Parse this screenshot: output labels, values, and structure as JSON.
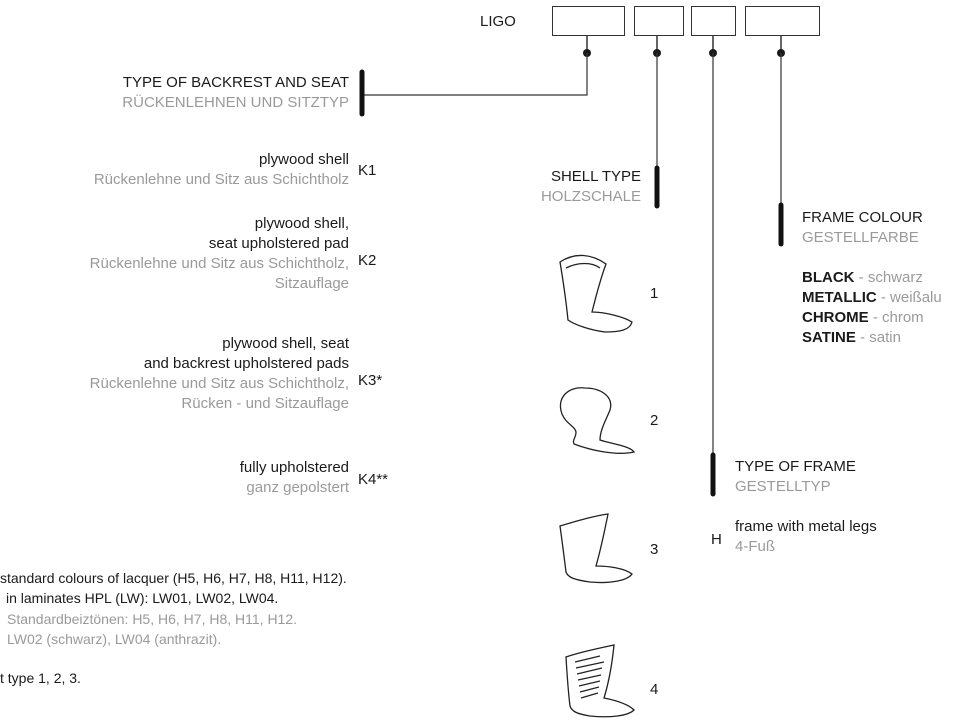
{
  "header": {
    "ligo": "LIGO"
  },
  "backrest": {
    "title": "TYPE OF BACKREST AND SEAT",
    "subtitle": "RÜCKENLEHNEN UND SITZTYP",
    "options": [
      {
        "code": "K1",
        "en": [
          "plywood shell"
        ],
        "de": [
          "Rückenlehne und Sitz aus Schichtholz"
        ]
      },
      {
        "code": "K2",
        "en": [
          "plywood shell,",
          "seat upholstered pad"
        ],
        "de": [
          "Rückenlehne und Sitz aus Schichtholz,",
          "Sitzauflage"
        ]
      },
      {
        "code": "K3*",
        "en": [
          "plywood shell, seat",
          "and backrest upholstered pads"
        ],
        "de": [
          "Rückenlehne und Sitz aus Schichtholz,",
          "Rücken - und Sitzauflage"
        ]
      },
      {
        "code": "K4**",
        "en": [
          "fully upholstered"
        ],
        "de": [
          "ganz gepolstert"
        ]
      }
    ]
  },
  "shell": {
    "title": "SHELL TYPE",
    "subtitle": "HOLZSCHALE",
    "numbers": [
      "1",
      "2",
      "3",
      "4"
    ]
  },
  "frame_colour": {
    "title": "FRAME COLOUR",
    "subtitle": "GESTELLFARBE",
    "options": [
      {
        "name": "BLACK",
        "de": " - schwarz"
      },
      {
        "name": "METALLIC",
        "de": " - weißalu"
      },
      {
        "name": "CHROME",
        "de": " - chrom"
      },
      {
        "name": "SATINE",
        "de": " - satin"
      }
    ]
  },
  "frame_type": {
    "title": "TYPE OF FRAME",
    "subtitle": "GESTELLTYP",
    "code": "H",
    "en": "frame with metal legs",
    "de": "4-Fuß"
  },
  "notes": {
    "line1": "standard colours of lacquer (H5, H6, H7, H8, H11, H12).",
    "line2": "in laminates HPL (LW): LW01, LW02, LW04.",
    "line3": "Standardbeiztönen: H5, H6, H7, H8, H11, H12.",
    "line4": "LW02 (schwarz), LW04 (anthrazit).",
    "line5": "t type 1, 2, 3."
  }
}
